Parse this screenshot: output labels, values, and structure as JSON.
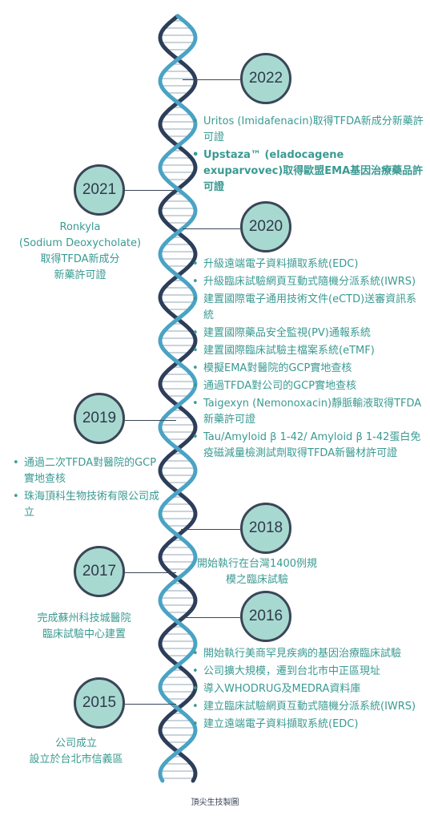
{
  "years": {
    "y2022": "2022",
    "y2021": "2021",
    "y2020": "2020",
    "y2019": "2019",
    "y2018": "2018",
    "y2017": "2017",
    "y2016": "2016",
    "y2015": "2015"
  },
  "events": {
    "e2022": [
      "Uritos (Imidafenacin)取得TFDA新成分新藥許可證",
      "Upstaza™ (eladocagene exuparvovec)取得歐盟EMA基因治療藥品許可證"
    ],
    "e2021": [
      "Ronkyla",
      "(Sodium Deoxycholate)",
      "取得TFDA新成分",
      "新藥許可證"
    ],
    "e2020": [
      "升級遠端電子資料擷取系統(EDC)",
      "升級臨床試驗網頁互動式隨機分派系統(IWRS)",
      "建置國際電子通用技術文件(eCTD)送審資訊系統",
      "建置國際藥品安全監視(PV)通報系統",
      "建置國際臨床試驗主檔案系統(eTMF)",
      "模擬EMA對醫院的GCP實地查核",
      "通過TFDA對公司的GCP實地查核",
      "Taigexyn (Nemonoxacin)靜脈輸液取得TFDA新藥許可證",
      "Tau/Amyloid β 1-42/ Amyloid β 1-42蛋白免疫磁減量檢測試劑取得TFDA新醫材許可證"
    ],
    "e2019": [
      "通過二次TFDA對醫院的GCP實地查核",
      "珠海頂科生物技術有限公司成立"
    ],
    "e2018": [
      "開始執行在台灣1400例規",
      "模之臨床試驗"
    ],
    "e2017": [
      "完成蘇州科技城醫院",
      "臨床試驗中心建置"
    ],
    "e2016": [
      "開始執行美商罕見疾病的基因治療臨床試驗",
      "公司擴大規模，遷到台北市中正區現址",
      "導入WHODRUG及MEDRA資料庫",
      "建立臨床試驗網頁互動式隨機分派系統(IWRS)",
      "建立遠端電子資料擷取系統(EDC)"
    ],
    "e2015": [
      "公司成立",
      "設立於台北市信義區"
    ]
  },
  "footer": "頂尖生技製圖",
  "colors": {
    "strand_blue": "#4aa3c4",
    "strand_navy": "#2d3e5a",
    "circle_fill": "#a8d9d1",
    "circle_border": "#3a4657",
    "text_teal": "#3a9a92"
  }
}
